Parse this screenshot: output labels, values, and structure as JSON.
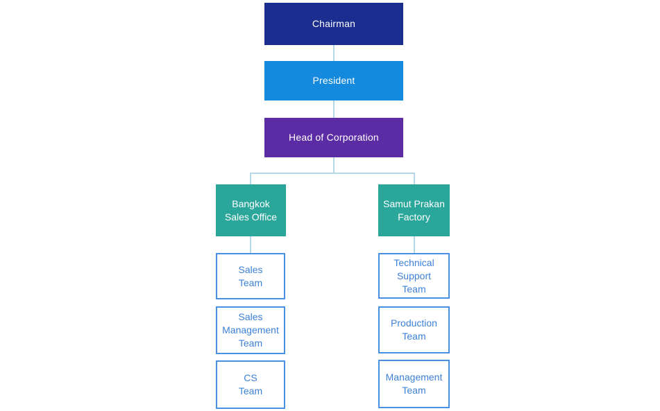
{
  "colors": {
    "chairman_bg": "#1b2d8e",
    "president_bg": "#1489dd",
    "head_bg": "#5c2ca5",
    "branch_bg": "#2aa69b",
    "connector": "#b5d8e8",
    "team_border": "#4a90e2",
    "team_text": "#3c80d8",
    "top_text": "#ffffff"
  },
  "org": {
    "chairman": {
      "label": "Chairman"
    },
    "president": {
      "label": "President"
    },
    "head_of_corporation": {
      "label": "Head of Corporation"
    },
    "branches": [
      {
        "name": {
          "lines": [
            "Bangkok",
            "Sales Office"
          ]
        },
        "teams": [
          {
            "lines": [
              "Sales",
              "Team"
            ]
          },
          {
            "lines": [
              "Sales",
              "Management",
              "Team"
            ]
          },
          {
            "lines": [
              "CS",
              "Team"
            ]
          }
        ]
      },
      {
        "name": {
          "lines": [
            "Samut Prakan",
            "Factory"
          ]
        },
        "teams": [
          {
            "lines": [
              "Technical",
              "Support",
              "Team"
            ]
          },
          {
            "lines": [
              "Production",
              "Team"
            ]
          },
          {
            "lines": [
              "Management",
              "Team"
            ]
          }
        ]
      }
    ]
  }
}
